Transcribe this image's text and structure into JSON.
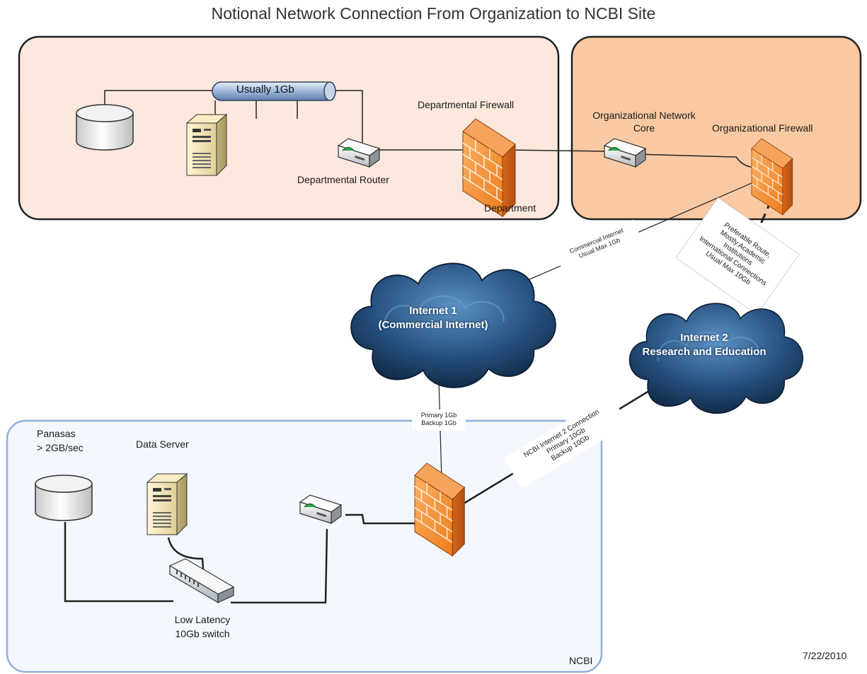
{
  "title": "Notional Network Connection From Organization to NCBI Site",
  "date": "7/22/2010",
  "zones": {
    "department": {
      "label": "Department"
    },
    "organization": {
      "label": ""
    },
    "ncbi": {
      "label": "NCBI"
    }
  },
  "nodes": {
    "bus": "Usually 1Gb",
    "departmental_firewall": "Departmental Firewall",
    "departmental_router": "Departmental Router",
    "org_core": [
      "Organizational Network",
      "Core"
    ],
    "org_firewall": "Organizational Firewall",
    "internet1": [
      "Internet 1",
      "(Commercial Internet)"
    ],
    "internet2": [
      "Internet 2",
      "Research and Education"
    ],
    "panasas": [
      "Panasas",
      "> 2GB/sec"
    ],
    "data_server": "Data Server",
    "switch": [
      "Low Latency",
      "10Gb switch"
    ]
  },
  "links": {
    "commercial": [
      "Commercial Internet",
      "Usual Max 1Gb"
    ],
    "preferable": [
      "Preferable Route,",
      "Mostly Academic",
      "Institutions",
      "International Connections",
      "Usual Max 10Gb"
    ],
    "primary_backup": [
      "Primary 1Gb",
      "Backup 1Gb"
    ],
    "ncbi_i2": [
      "NCBI Internet 2 Connection",
      "Primary 10Gb",
      "Backup 10Gb"
    ]
  },
  "colors": {
    "department_fill": "#fce8dc",
    "organization_fill": "#f8c9a2",
    "ncbi_fill": "#f4f7fd",
    "ncbi_border": "#8eb0de",
    "firewall": "#f28a2a",
    "cloud": "#1f4f7c"
  }
}
